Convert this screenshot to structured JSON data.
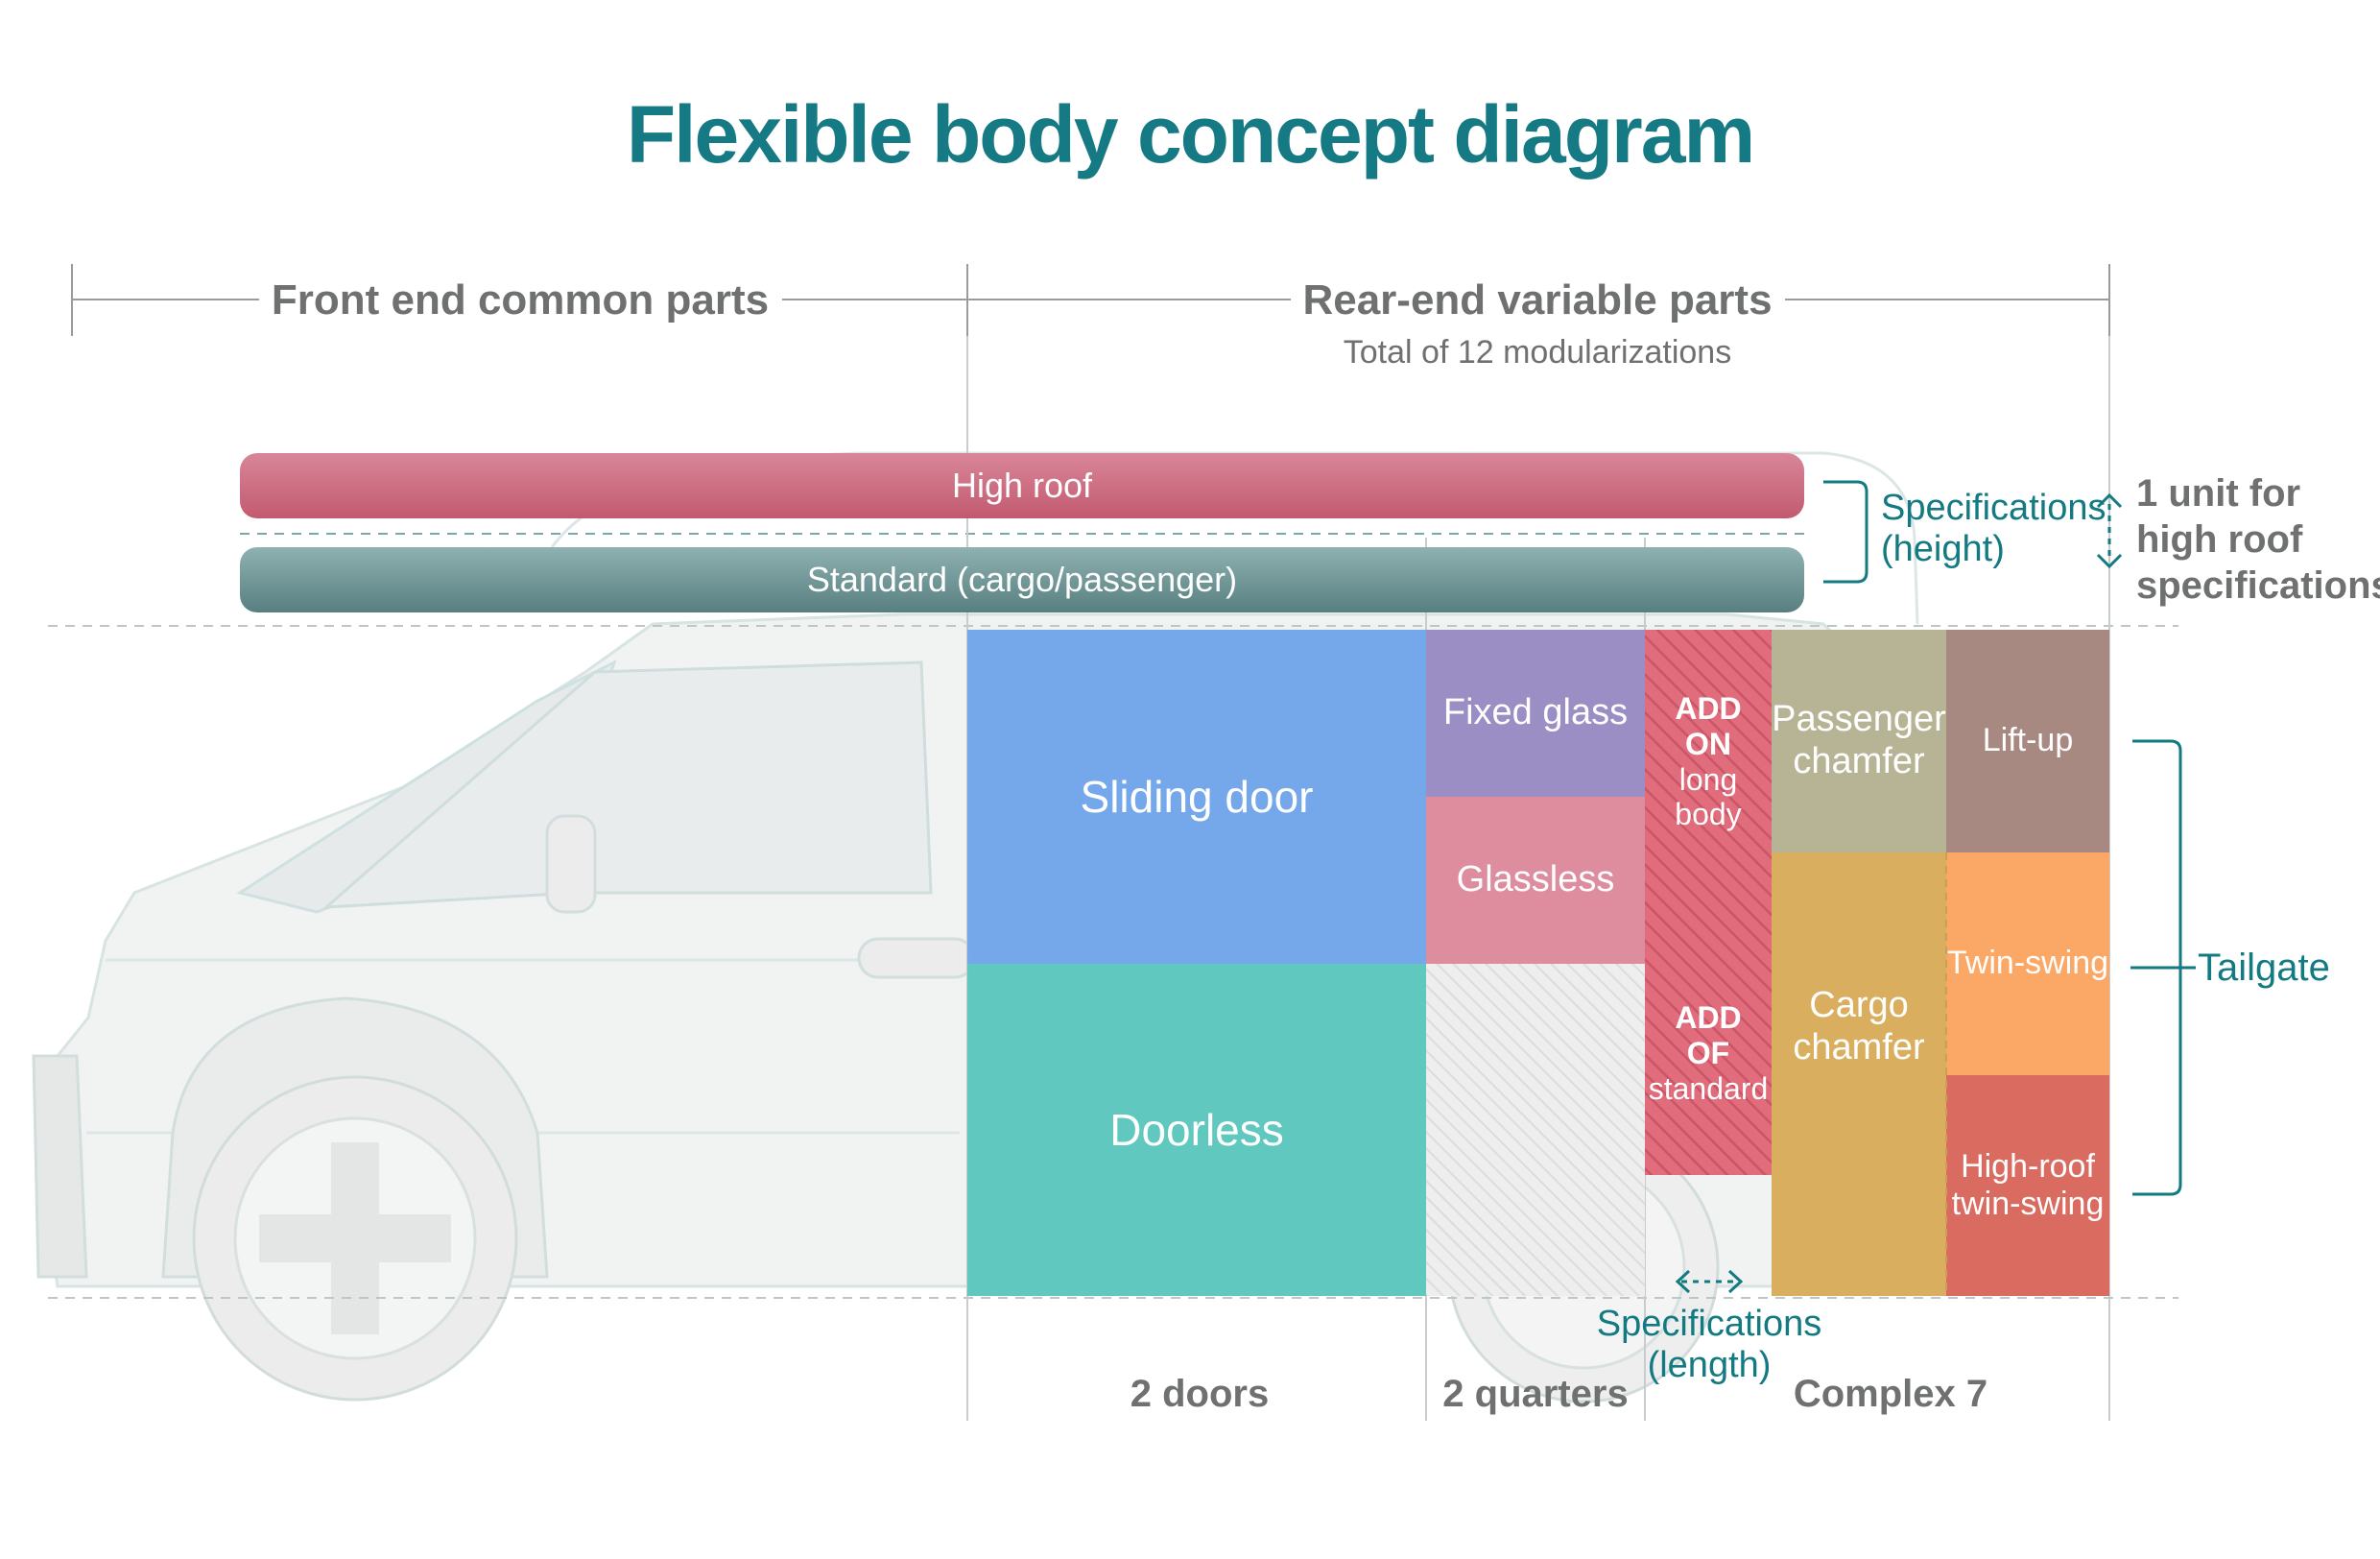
{
  "title": "Flexible body concept diagram",
  "sections": {
    "front": "Front end common parts",
    "rear": "Rear-end variable parts",
    "rear_sub": "Total of 12 modularizations"
  },
  "roofs": {
    "high": "High roof",
    "standard": "Standard (cargo/passenger)"
  },
  "annotations": {
    "spec_height": [
      "Specifications",
      "(height)"
    ],
    "high_roof_note": [
      "1 unit for",
      "high roof",
      "specifications"
    ],
    "tailgate": "Tailgate",
    "spec_length": [
      "Specifications",
      "(length)"
    ]
  },
  "modules": {
    "sliding_door": "Sliding door",
    "doorless": "Doorless",
    "fixed_glass": "Fixed glass",
    "glassless": "Glassless",
    "add_on": [
      "ADD",
      "ON"
    ],
    "long_body": [
      "long",
      "body"
    ],
    "add_of": [
      "ADD",
      "OF"
    ],
    "standard": "standard",
    "passenger_chamfer": [
      "Passenger",
      "chamfer"
    ],
    "cargo_chamfer": [
      "Cargo",
      "chamfer"
    ],
    "lift_up": "Lift-up",
    "twin_swing": "Twin-swing",
    "high_roof_twin_swing": [
      "High-roof",
      "twin-swing"
    ]
  },
  "groups": {
    "doors": "2 doors",
    "quarters": "2 quarters",
    "complex": "Complex 7"
  },
  "colors": {
    "title": "#157a84",
    "accent": "#137a82",
    "high_roof": "#c96478",
    "standard_roof": "#5f8a8b",
    "sliding_door": "#6fa5ea",
    "doorless": "#5bc6bd",
    "fixed_glass": "#9a8ec4",
    "glassless": "#dd8d9d",
    "long_body": "#e06c7c",
    "passenger_chamfer": "#b7b496",
    "cargo_chamfer": "#d9af5f",
    "lift_up": "#a88981",
    "twin_swing": "#fba765",
    "high_roof_twin_swing": "#da6b61",
    "section_text": "#6f7070"
  }
}
